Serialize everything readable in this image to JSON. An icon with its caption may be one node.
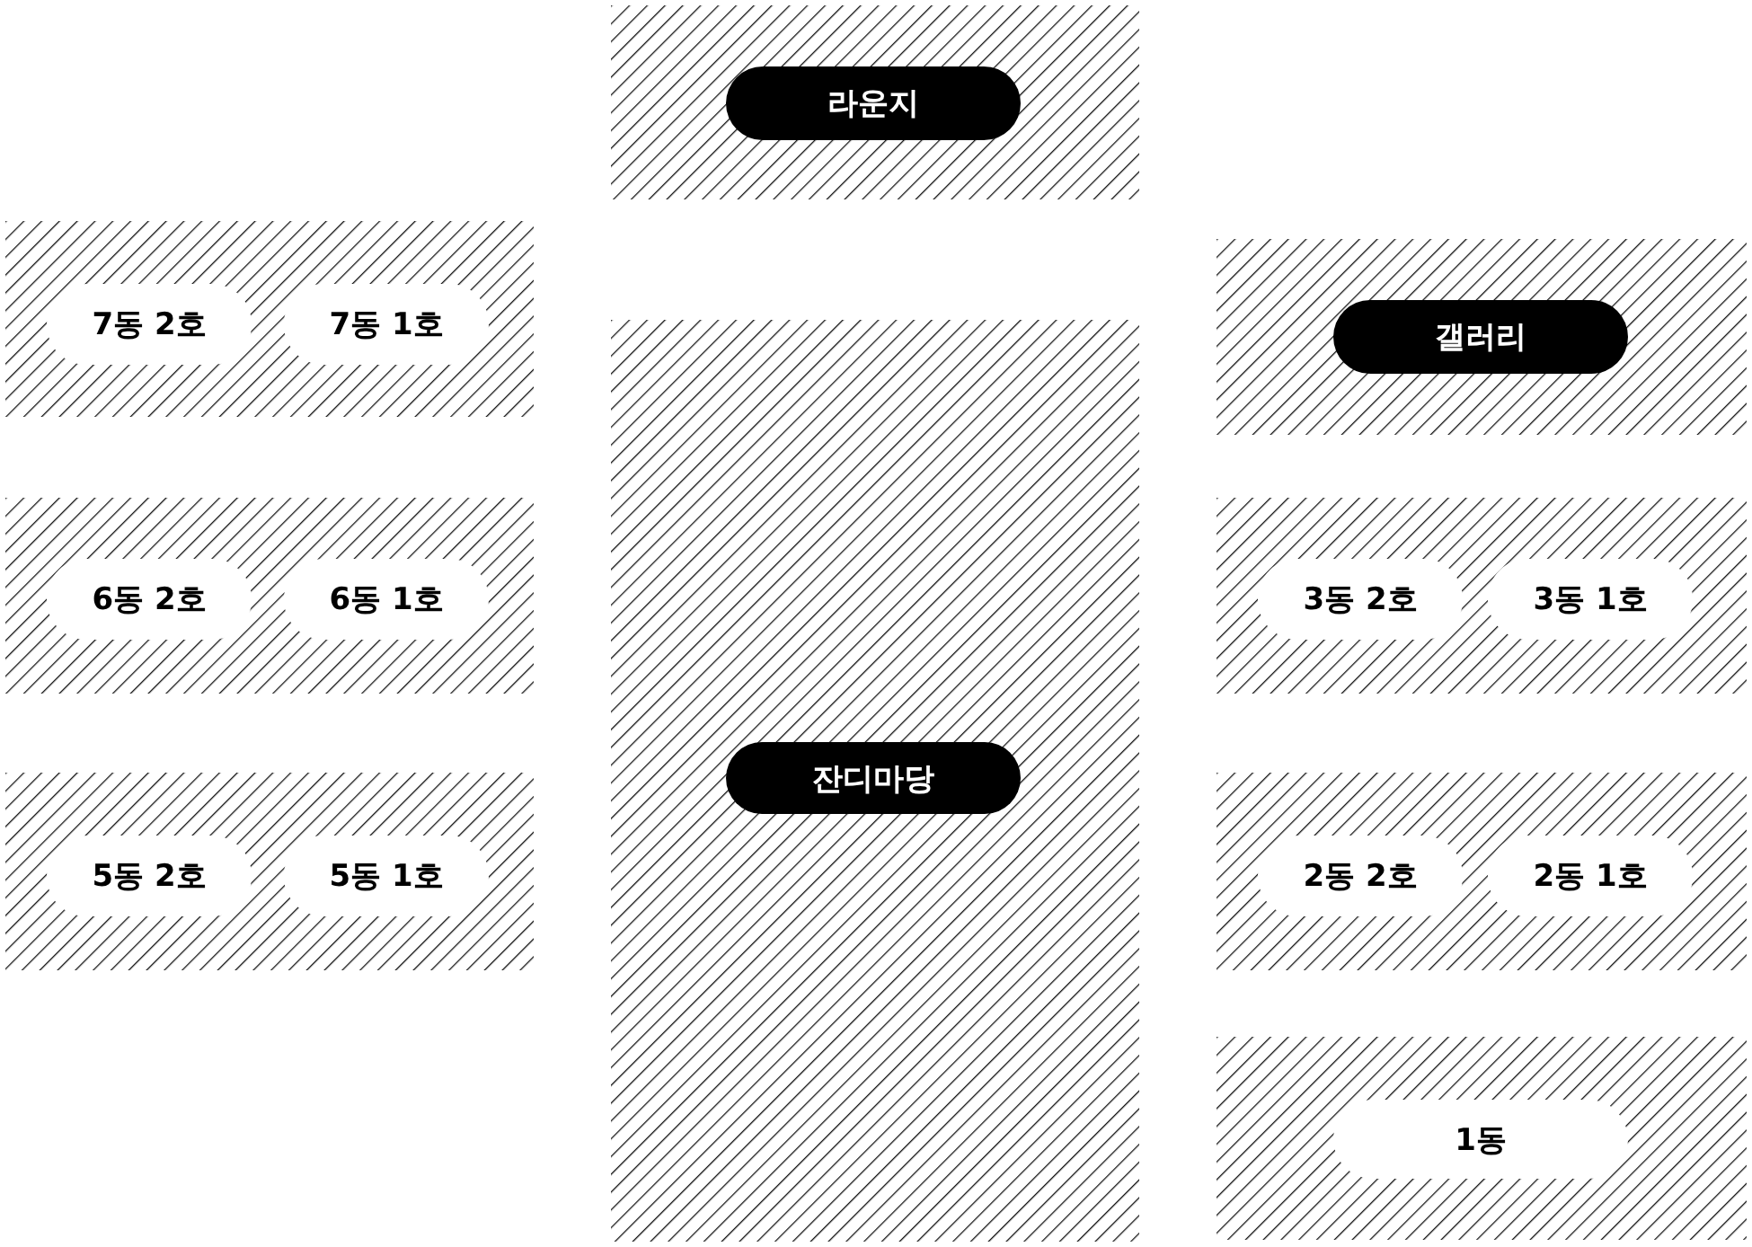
{
  "diagram": {
    "nodes": [
      {
        "text": [],
        "shape": "box"
      },
      {
        "text": [
          "라운지"
        ],
        "in": 0
      },
      {
        "text": [],
        "shape": "box"
      },
      {
        "text": [
          "7동 2호"
        ],
        "in": 2
      },
      {
        "text": [
          "7동 1호"
        ],
        "in": 2
      },
      {
        "text": [],
        "shape": "box"
      },
      {
        "text": [
          "갤러리"
        ],
        "in": 5
      },
      {
        "text": [],
        "shape": "box"
      },
      {
        "text": [
          "잔디마당"
        ],
        "in": 7
      },
      {
        "text": [],
        "shape": "box"
      },
      {
        "text": [
          "6동 2호"
        ],
        "in": 9
      },
      {
        "text": [
          "6동 1호"
        ],
        "in": 9
      },
      {
        "text": [],
        "shape": "box"
      },
      {
        "text": [
          "3동 2호"
        ],
        "in": 12
      },
      {
        "text": [
          "3동 1호"
        ],
        "in": 12
      },
      {
        "text": [],
        "shape": "box"
      },
      {
        "text": [
          "5동 2호"
        ],
        "in": 15
      },
      {
        "text": [
          "5동 1호"
        ],
        "in": 15
      },
      {
        "text": [],
        "shape": "box"
      },
      {
        "text": [
          "2동 2호"
        ],
        "in": 18
      },
      {
        "text": [
          "2동 1호"
        ],
        "in": 18
      },
      {
        "text": [],
        "shape": "box"
      },
      {
        "text": [
          "1동"
        ],
        "in": 21
      }
    ]
  }
}
